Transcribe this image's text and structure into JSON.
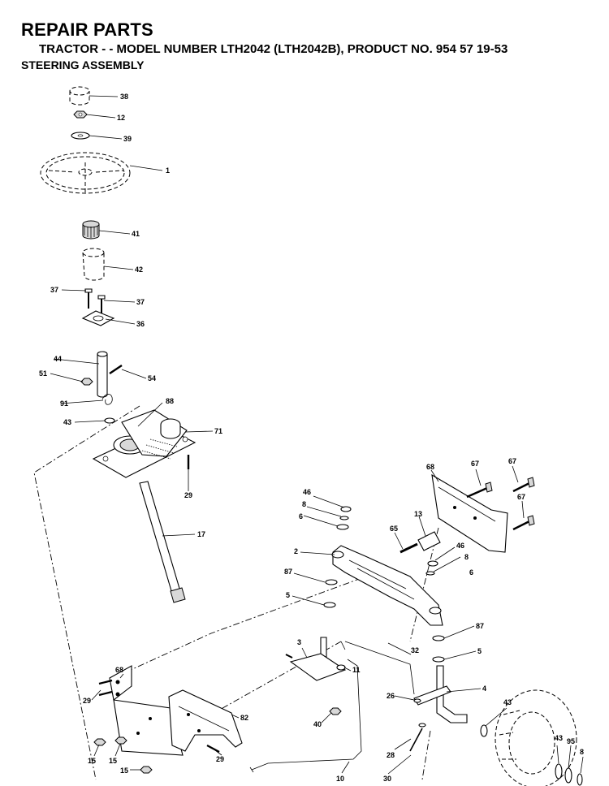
{
  "header": {
    "title": "REPAIR PARTS",
    "subtitle": "TRACTOR - - MODEL NUMBER LTH2042 (LTH2042B), PRODUCT NO. 954 57 19-53",
    "section": "STEERING ASSEMBLY"
  },
  "callouts": [
    {
      "id": "c38",
      "text": "38"
    },
    {
      "id": "c12",
      "text": "12"
    },
    {
      "id": "c39",
      "text": "39"
    },
    {
      "id": "c1",
      "text": "1"
    },
    {
      "id": "c41",
      "text": "41"
    },
    {
      "id": "c42",
      "text": "42"
    },
    {
      "id": "c37a",
      "text": "37"
    },
    {
      "id": "c37b",
      "text": "37"
    },
    {
      "id": "c36",
      "text": "36"
    },
    {
      "id": "c44",
      "text": "44"
    },
    {
      "id": "c51",
      "text": "51"
    },
    {
      "id": "c54",
      "text": "54"
    },
    {
      "id": "c91",
      "text": "91"
    },
    {
      "id": "c88",
      "text": "88"
    },
    {
      "id": "c43a",
      "text": "43"
    },
    {
      "id": "c71",
      "text": "71"
    },
    {
      "id": "c29a",
      "text": "29"
    },
    {
      "id": "c17",
      "text": "17"
    },
    {
      "id": "c68a",
      "text": "68"
    },
    {
      "id": "c67a",
      "text": "67"
    },
    {
      "id": "c67b",
      "text": "67"
    },
    {
      "id": "c67c",
      "text": "67"
    },
    {
      "id": "c46a",
      "text": "46"
    },
    {
      "id": "c8a",
      "text": "8"
    },
    {
      "id": "c6a",
      "text": "6"
    },
    {
      "id": "c13",
      "text": "13"
    },
    {
      "id": "c65",
      "text": "65"
    },
    {
      "id": "c2",
      "text": "2"
    },
    {
      "id": "c46b",
      "text": "46"
    },
    {
      "id": "c8b",
      "text": "8"
    },
    {
      "id": "c87a",
      "text": "87"
    },
    {
      "id": "c6b",
      "text": "6"
    },
    {
      "id": "c5a",
      "text": "5"
    },
    {
      "id": "c87b",
      "text": "87"
    },
    {
      "id": "c3",
      "text": "3"
    },
    {
      "id": "c32",
      "text": "32"
    },
    {
      "id": "c5b",
      "text": "5"
    },
    {
      "id": "c11",
      "text": "11"
    },
    {
      "id": "c4",
      "text": "4"
    },
    {
      "id": "c26",
      "text": "26"
    },
    {
      "id": "c68b",
      "text": "68"
    },
    {
      "id": "c29b",
      "text": "29"
    },
    {
      "id": "c40",
      "text": "40"
    },
    {
      "id": "c43b",
      "text": "43"
    },
    {
      "id": "c82",
      "text": "82"
    },
    {
      "id": "c28",
      "text": "28"
    },
    {
      "id": "c43c",
      "text": "43"
    },
    {
      "id": "c95",
      "text": "95"
    },
    {
      "id": "c8c",
      "text": "8"
    },
    {
      "id": "c15a",
      "text": "15"
    },
    {
      "id": "c15b",
      "text": "15"
    },
    {
      "id": "c29c",
      "text": "29"
    },
    {
      "id": "c15c",
      "text": "15"
    },
    {
      "id": "c10",
      "text": "10"
    },
    {
      "id": "c30",
      "text": "30"
    }
  ]
}
